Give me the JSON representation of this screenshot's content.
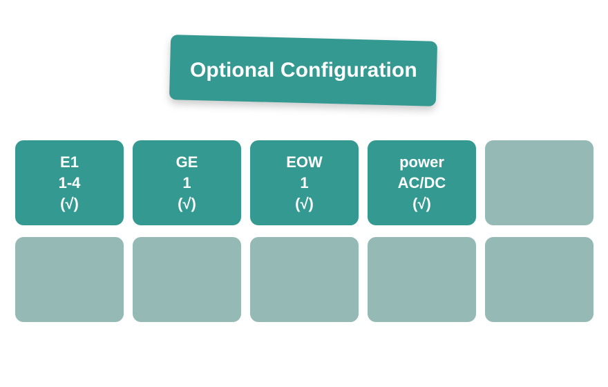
{
  "banner": {
    "title": "Optional Configuration",
    "color": "#349a91",
    "text_color": "#ffffff"
  },
  "palette": {
    "active_card": "#349a91",
    "muted_card": "#95bab6",
    "background": "#ffffff",
    "label_text": "#ffffff"
  },
  "grid": {
    "columns": 5,
    "rows": 2,
    "cards": [
      {
        "id": "card-e1",
        "state": "active",
        "line1": "E1",
        "line2": "1-4",
        "line3": "(√)"
      },
      {
        "id": "card-ge",
        "state": "active",
        "line1": "GE",
        "line2": "1",
        "line3": "(√)"
      },
      {
        "id": "card-eow",
        "state": "active",
        "line1": "EOW",
        "line2": "1",
        "line3": "(√)"
      },
      {
        "id": "card-power",
        "state": "active",
        "line1": "power",
        "line2": "AC/DC",
        "line3": "(√)"
      },
      {
        "id": "card-empty-1",
        "state": "muted",
        "line1": "",
        "line2": "",
        "line3": ""
      },
      {
        "id": "card-empty-2",
        "state": "muted",
        "line1": "",
        "line2": "",
        "line3": ""
      },
      {
        "id": "card-empty-3",
        "state": "muted",
        "line1": "",
        "line2": "",
        "line3": ""
      },
      {
        "id": "card-empty-4",
        "state": "muted",
        "line1": "",
        "line2": "",
        "line3": ""
      },
      {
        "id": "card-empty-5",
        "state": "muted",
        "line1": "",
        "line2": "",
        "line3": ""
      },
      {
        "id": "card-empty-6",
        "state": "muted",
        "line1": "",
        "line2": "",
        "line3": ""
      }
    ]
  }
}
